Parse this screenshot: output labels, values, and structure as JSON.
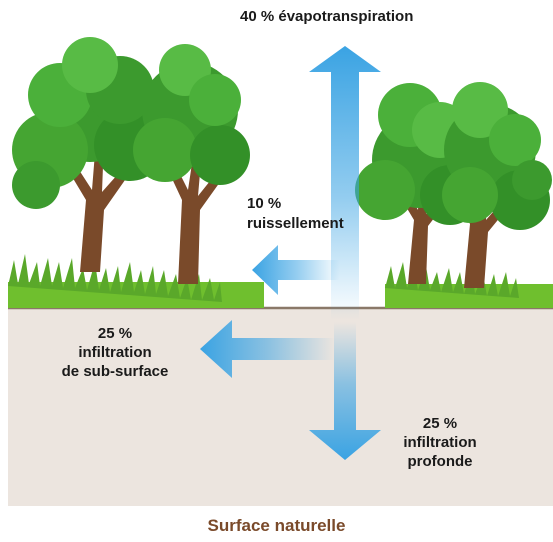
{
  "labels": {
    "evapotranspiration": "40 % évapotranspiration",
    "ruissellement_pct": "10 %",
    "ruissellement": "ruissellement",
    "subsurface_pct": "25 %",
    "subsurface_l1": "infiltration",
    "subsurface_l2": "de sub-surface",
    "profonde_pct": "25 %",
    "profonde_l1": "infiltration",
    "profonde_l2": "profonde"
  },
  "title": "Surface naturelle",
  "colors": {
    "arrow": "#3aa3e3",
    "ground": "#ece5df",
    "ground_line": "#8a7868",
    "grass": "#6fbf2e",
    "foliage": "#3c9a2e",
    "trunk": "#7a4a2a",
    "title": "#7a4a2a"
  },
  "icons": [
    "tree-icon",
    "grass-icon"
  ]
}
